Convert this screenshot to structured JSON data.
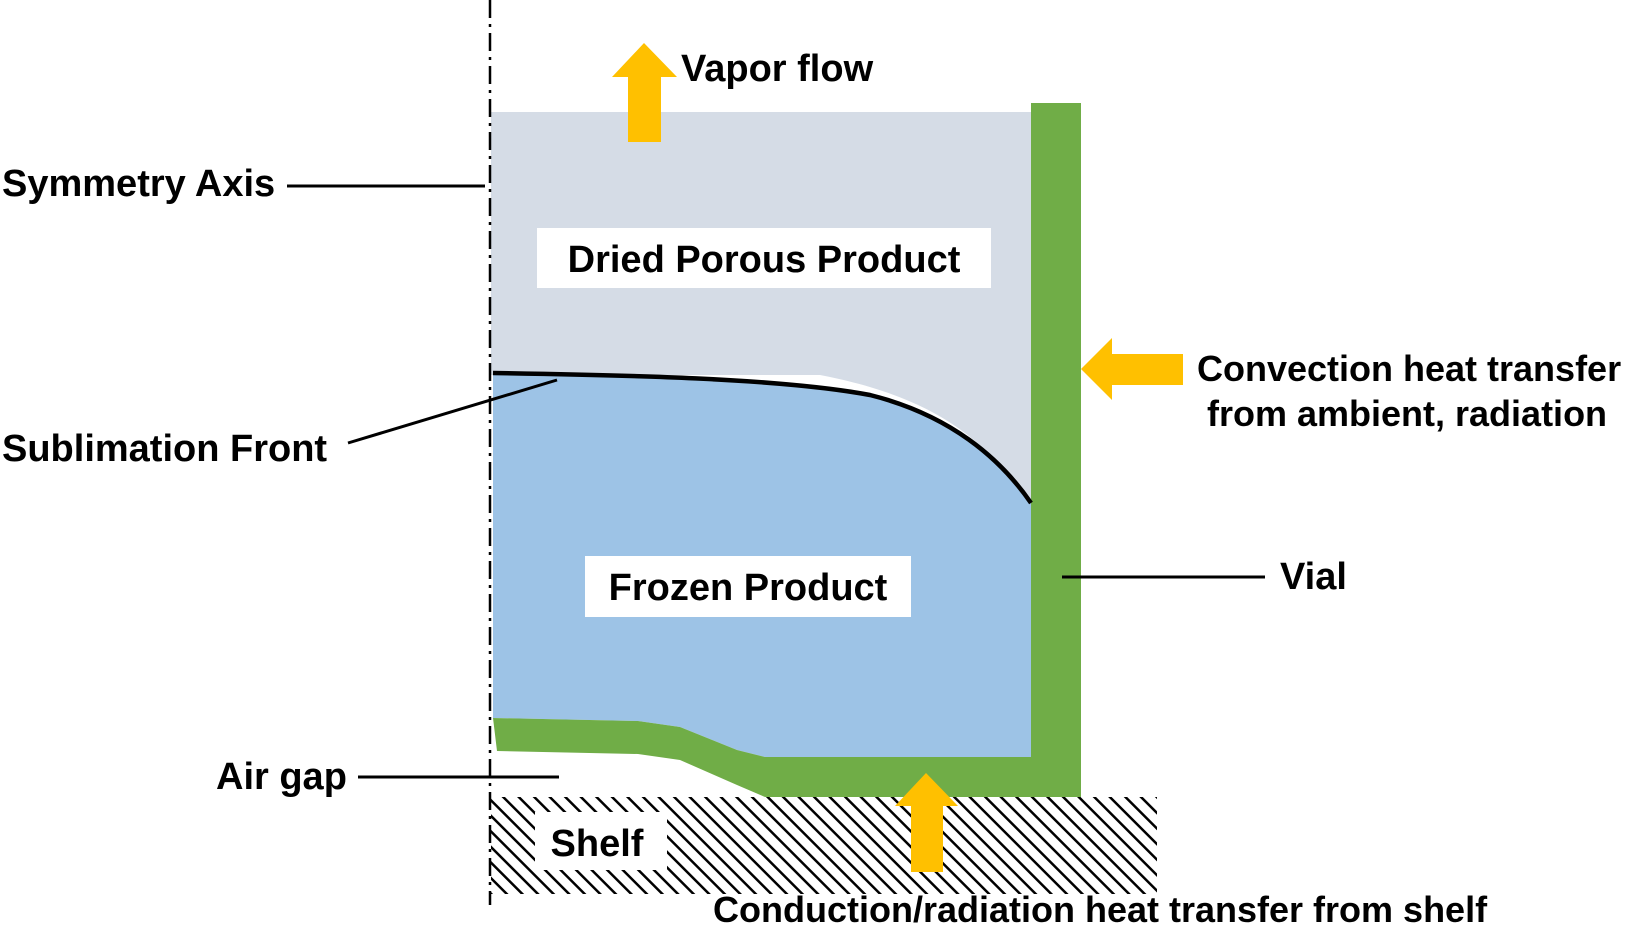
{
  "labels": {
    "vapor_flow": "Vapor flow",
    "symmetry_axis": "Symmetry Axis",
    "dried_product": "Dried Porous Product",
    "convection_line1": "Convection heat transfer",
    "convection_line2": "from ambient, radiation",
    "sublimation_front": "Sublimation Front",
    "frozen_product": "Frozen Product",
    "vial": "Vial",
    "air_gap": "Air gap",
    "shelf": "Shelf",
    "conduction": "Conduction/radiation heat transfer from shelf"
  },
  "colors": {
    "dried_product": "#d5dce6",
    "frozen_product": "#9dc3e6",
    "vial": "#70ad47",
    "arrow": "#ffc000",
    "lines": "#000000",
    "label_box": "#ffffff"
  }
}
